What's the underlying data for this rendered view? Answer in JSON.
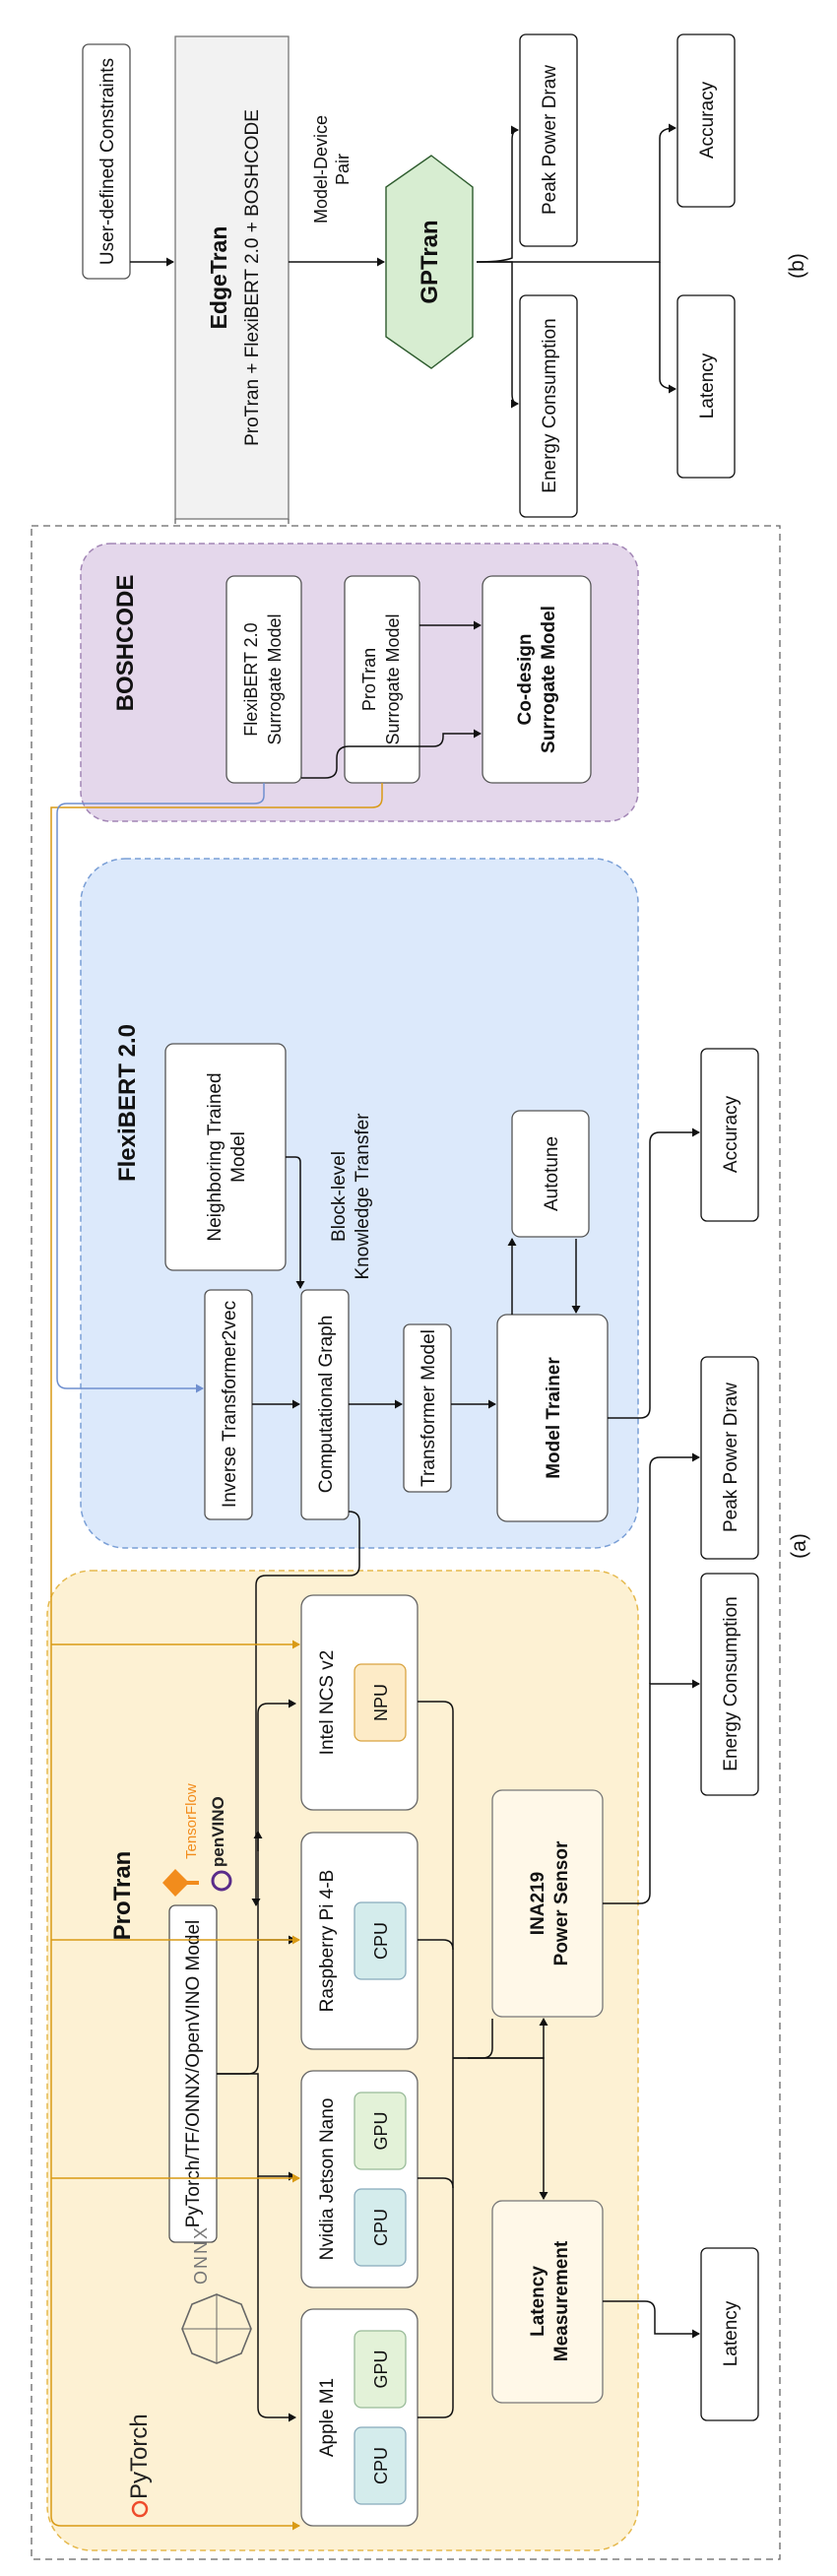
{
  "colors": {
    "protran_fill": "#fdf1d3",
    "protran_border": "#e5b94d",
    "flexibert_fill": "#dce9fb",
    "flexibert_border": "#7a9fd6",
    "boshcode_fill": "#e4d7eb",
    "boshcode_border": "#a285b5",
    "gptran_fill": "#d7edd1",
    "gptran_border": "#2d5b2d",
    "cpu_fill": "#d4ecec",
    "npu_fill": "#fdebc7",
    "arrow_orange": "#d99a15",
    "arrow_blue": "#6f8fcf"
  },
  "protran": {
    "title": "ProTran",
    "model_box": "PyTorch/TF/ONNX/OpenVINO Model",
    "devices": [
      {
        "name": "Apple M1",
        "units": [
          "CPU",
          "GPU"
        ]
      },
      {
        "name": "Nvidia Jetson Nano",
        "units": [
          "CPU",
          "GPU"
        ]
      },
      {
        "name": "Raspberry Pi 4-B",
        "units": [
          "CPU"
        ]
      },
      {
        "name": "Intel NCS v2",
        "units": [
          "NPU"
        ]
      }
    ],
    "latency_measurement": [
      "Latency",
      "Measurement"
    ],
    "power_sensor": [
      "INA219",
      "Power Sensor"
    ],
    "logos": {
      "pytorch": "PyTorch",
      "onnx": "ONNX",
      "tensorflow": "TensorFlow",
      "openvino": "penVINO"
    }
  },
  "flexibert": {
    "title": "FlexiBERT 2.0",
    "inverse": "Inverse Transformer2vec",
    "graph": "Computational Graph",
    "neighbor": [
      "Neighboring Trained",
      "Model"
    ],
    "transfer": [
      "Block-level",
      "Knowledge Transfer"
    ],
    "transformer": "Transformer Model",
    "trainer": "Model Trainer",
    "autotune": "Autotune"
  },
  "boshcode": {
    "title": "BOSHCODE",
    "flexibert_surrogate": [
      "FlexiBERT 2.0",
      "Surrogate Model"
    ],
    "protran_surrogate": [
      "ProTran",
      "Surrogate Model"
    ],
    "codesign": [
      "Co-design",
      "Surrogate Model"
    ]
  },
  "outputs_a": [
    "Latency",
    "Energy Consumption",
    "Peak Power Draw",
    "Accuracy"
  ],
  "label_a": "(a)",
  "panel_b": {
    "constraints": "User-defined Constraints",
    "edgetran_title": "EdgeTran",
    "edgetran_sub": "ProTran + FlexiBERT 2.0 + BOSHCODE",
    "pair_label": [
      "Model-Device",
      "Pair"
    ],
    "gptran": "GPTran",
    "outputs": [
      "Energy Consumption",
      "Latency",
      "Peak Power Draw",
      "Accuracy"
    ],
    "label": "(b)"
  }
}
